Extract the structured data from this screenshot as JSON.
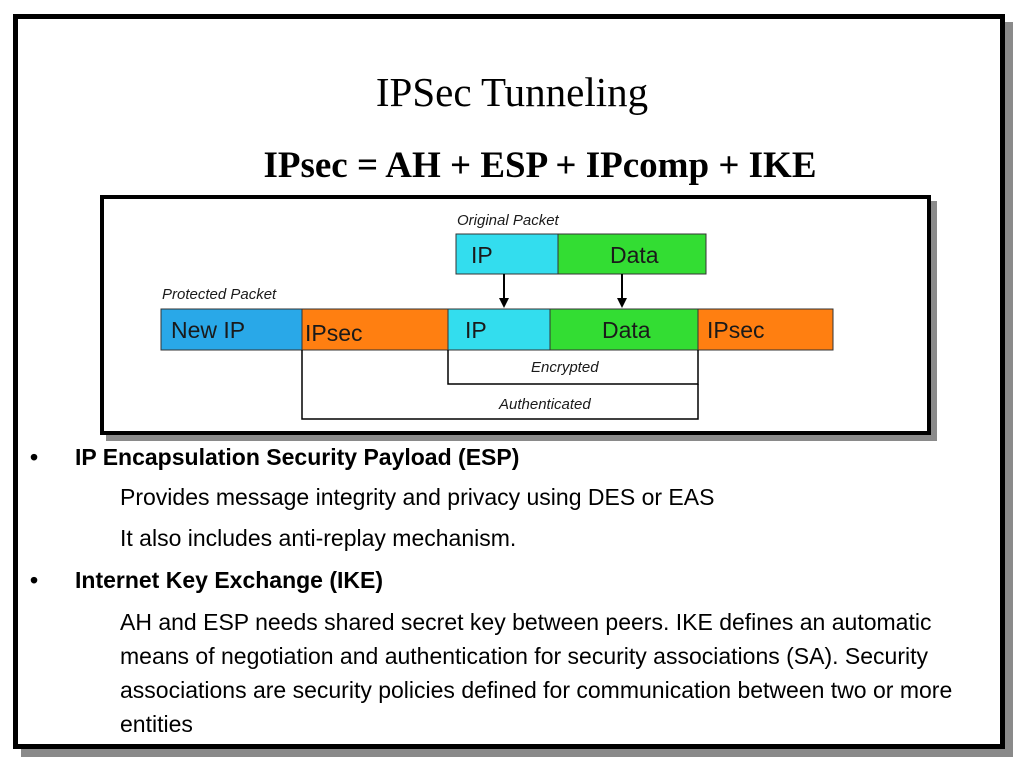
{
  "slide": {
    "title": "IPSec Tunneling",
    "subtitle": "IPsec = AH + ESP + IPcomp + IKE"
  },
  "diagram": {
    "original_caption": "Original Packet",
    "protected_caption": "Protected Packet",
    "original_packet": [
      "IP",
      "Data"
    ],
    "protected_packet": [
      "New IP",
      "IPsec",
      "IP",
      "Data",
      "IPsec"
    ],
    "encrypted_label": "Encrypted",
    "authenticated_label": "Authenticated",
    "colors": {
      "new_ip": "#29a8e8",
      "ipsec": "#ff7f11",
      "ip": "#33ddee",
      "data": "#33dd33"
    }
  },
  "bullets": [
    {
      "heading": "IP Encapsulation Security Payload (ESP)",
      "lines": [
        "Provides  message integrity and privacy using DES or EAS",
        "It also includes anti-replay mechanism."
      ]
    },
    {
      "heading": "Internet Key Exchange (IKE)",
      "paragraph": "AH and ESP needs shared secret key between peers. IKE defines an automatic means of negotiation and authentication for security associations (SA). Security associations are security policies defined for communication between two or more entities"
    }
  ]
}
